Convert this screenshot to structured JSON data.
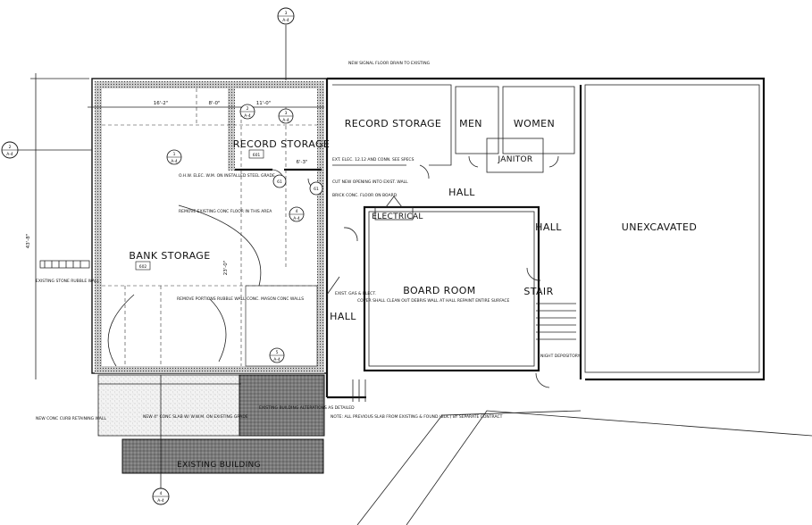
{
  "rooms": {
    "record_storage_east": "RECORD STORAGE",
    "record_storage_new": "RECORD STORAGE",
    "record_storage_new_tag": "601",
    "men": "MEN",
    "women": "WOMEN",
    "janitor": "JANITOR",
    "hall_north": "HALL",
    "hall_east": "HALL",
    "hall_west": "HALL",
    "electrical": "ELECTRICAL",
    "board_room": "BOARD ROOM",
    "stair": "STAIR",
    "unexcavated": "UNEXCAVATED",
    "bank_storage": "BANK STORAGE",
    "bank_storage_tag": "602",
    "existing_building": "EXISTING BUILDING"
  },
  "notes": {
    "new_conc_curb": "NEW CONC CURB RETAINING WALL",
    "existing_alterations": "EXISTING BUILDING ALTERATIONS AS DETAILED",
    "night_depository": "NIGHT DEPOSITORY",
    "cover_shall": "COVER SHALL CLEAN OUT DEBRIS WALL AT HALL REPAINT ENTIRE SURFACE",
    "remove_existing_conc": "REMOVE EXISTING CONC FLOOR IN THIS AREA",
    "note_all_previous": "NOTE: ALL PREVIOUS SLAB FROM EXISTING & FOUND (BLK.) BY SEPARATE CONTRACT",
    "new_conc_slab": "NEW 4\" CONC SLAB W/ W.W.M. ON EXISTING GRADE",
    "connect_drains": "NEW SIGNAL FLOOR DRAIN TO EXISTING",
    "existing_stone_wall": "EXISTING STONE RUBBLE WALL",
    "ext_elec": "EXT. ELEC. 12.12 AND CONN. SEE SPECS",
    "cut_new_opening": "CUT NEW OPENING INTO EXIST. WALL",
    "remove_portions": "REMOVE PORTIONS RUBBLE WALL CONC. MASON CONC WALLS",
    "exist_gas": "EXIST. GAS & ELECT.",
    "ohw_elec": "O.H.W. ELEC. W.M. ON INSTALLED STEEL GRADE",
    "brick_conc": "BRICK CONC. FLOOR ON BOARD"
  },
  "dimensions": {
    "top_left": "16'-2\"",
    "top_mid": "8'-0\"",
    "top_right": "11'-0\"",
    "side_left": "43'-8\"",
    "inner_1": "23'-0\"",
    "inner_2": "6'-3\""
  },
  "section_markers": {
    "top": {
      "num": "3",
      "sheet": "A-4"
    },
    "bottom": {
      "num": "4",
      "sheet": "A-4"
    },
    "left": {
      "num": "2",
      "sheet": "A-4"
    },
    "m1": {
      "num": "1",
      "sheet": "A-4"
    },
    "m2": {
      "num": "2",
      "sheet": "A-4"
    },
    "m3": {
      "num": "3",
      "sheet": "A-4"
    },
    "m4": {
      "num": "4",
      "sheet": "A-4"
    },
    "m5": {
      "num": "5",
      "sheet": "A-4"
    }
  },
  "door_tags": {
    "d1": "61",
    "d2": "61"
  },
  "colors": {
    "line": "#111111",
    "hatch": "#888888",
    "paper": "#ffffff"
  }
}
